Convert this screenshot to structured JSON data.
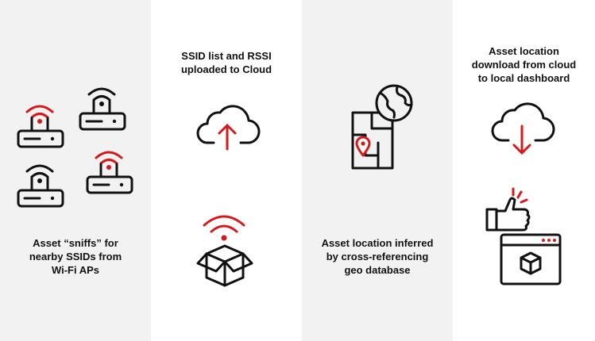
{
  "steps": [
    {
      "caption_lines": [
        "Asset “sniffs” for",
        "nearby SSIDs from",
        "Wi-Fi APs"
      ]
    },
    {
      "caption_lines": [
        "SSID list and RSSI",
        "uploaded to Cloud"
      ]
    },
    {
      "caption_lines": [
        "Asset location inferred",
        "by cross-referencing",
        "geo database"
      ]
    },
    {
      "caption_lines": [
        "Asset location",
        "download from cloud",
        "to local dashboard"
      ]
    }
  ],
  "colors": {
    "accent": "#d7191c",
    "ink": "#111111",
    "panel": "#f2f2f2"
  },
  "icons": [
    "router-icon",
    "cloud-upload-icon",
    "wifi-icon",
    "package-icon",
    "map-icon",
    "globe-icon",
    "location-pin-icon",
    "cloud-download-icon",
    "thumbs-up-icon",
    "browser-window-icon"
  ]
}
